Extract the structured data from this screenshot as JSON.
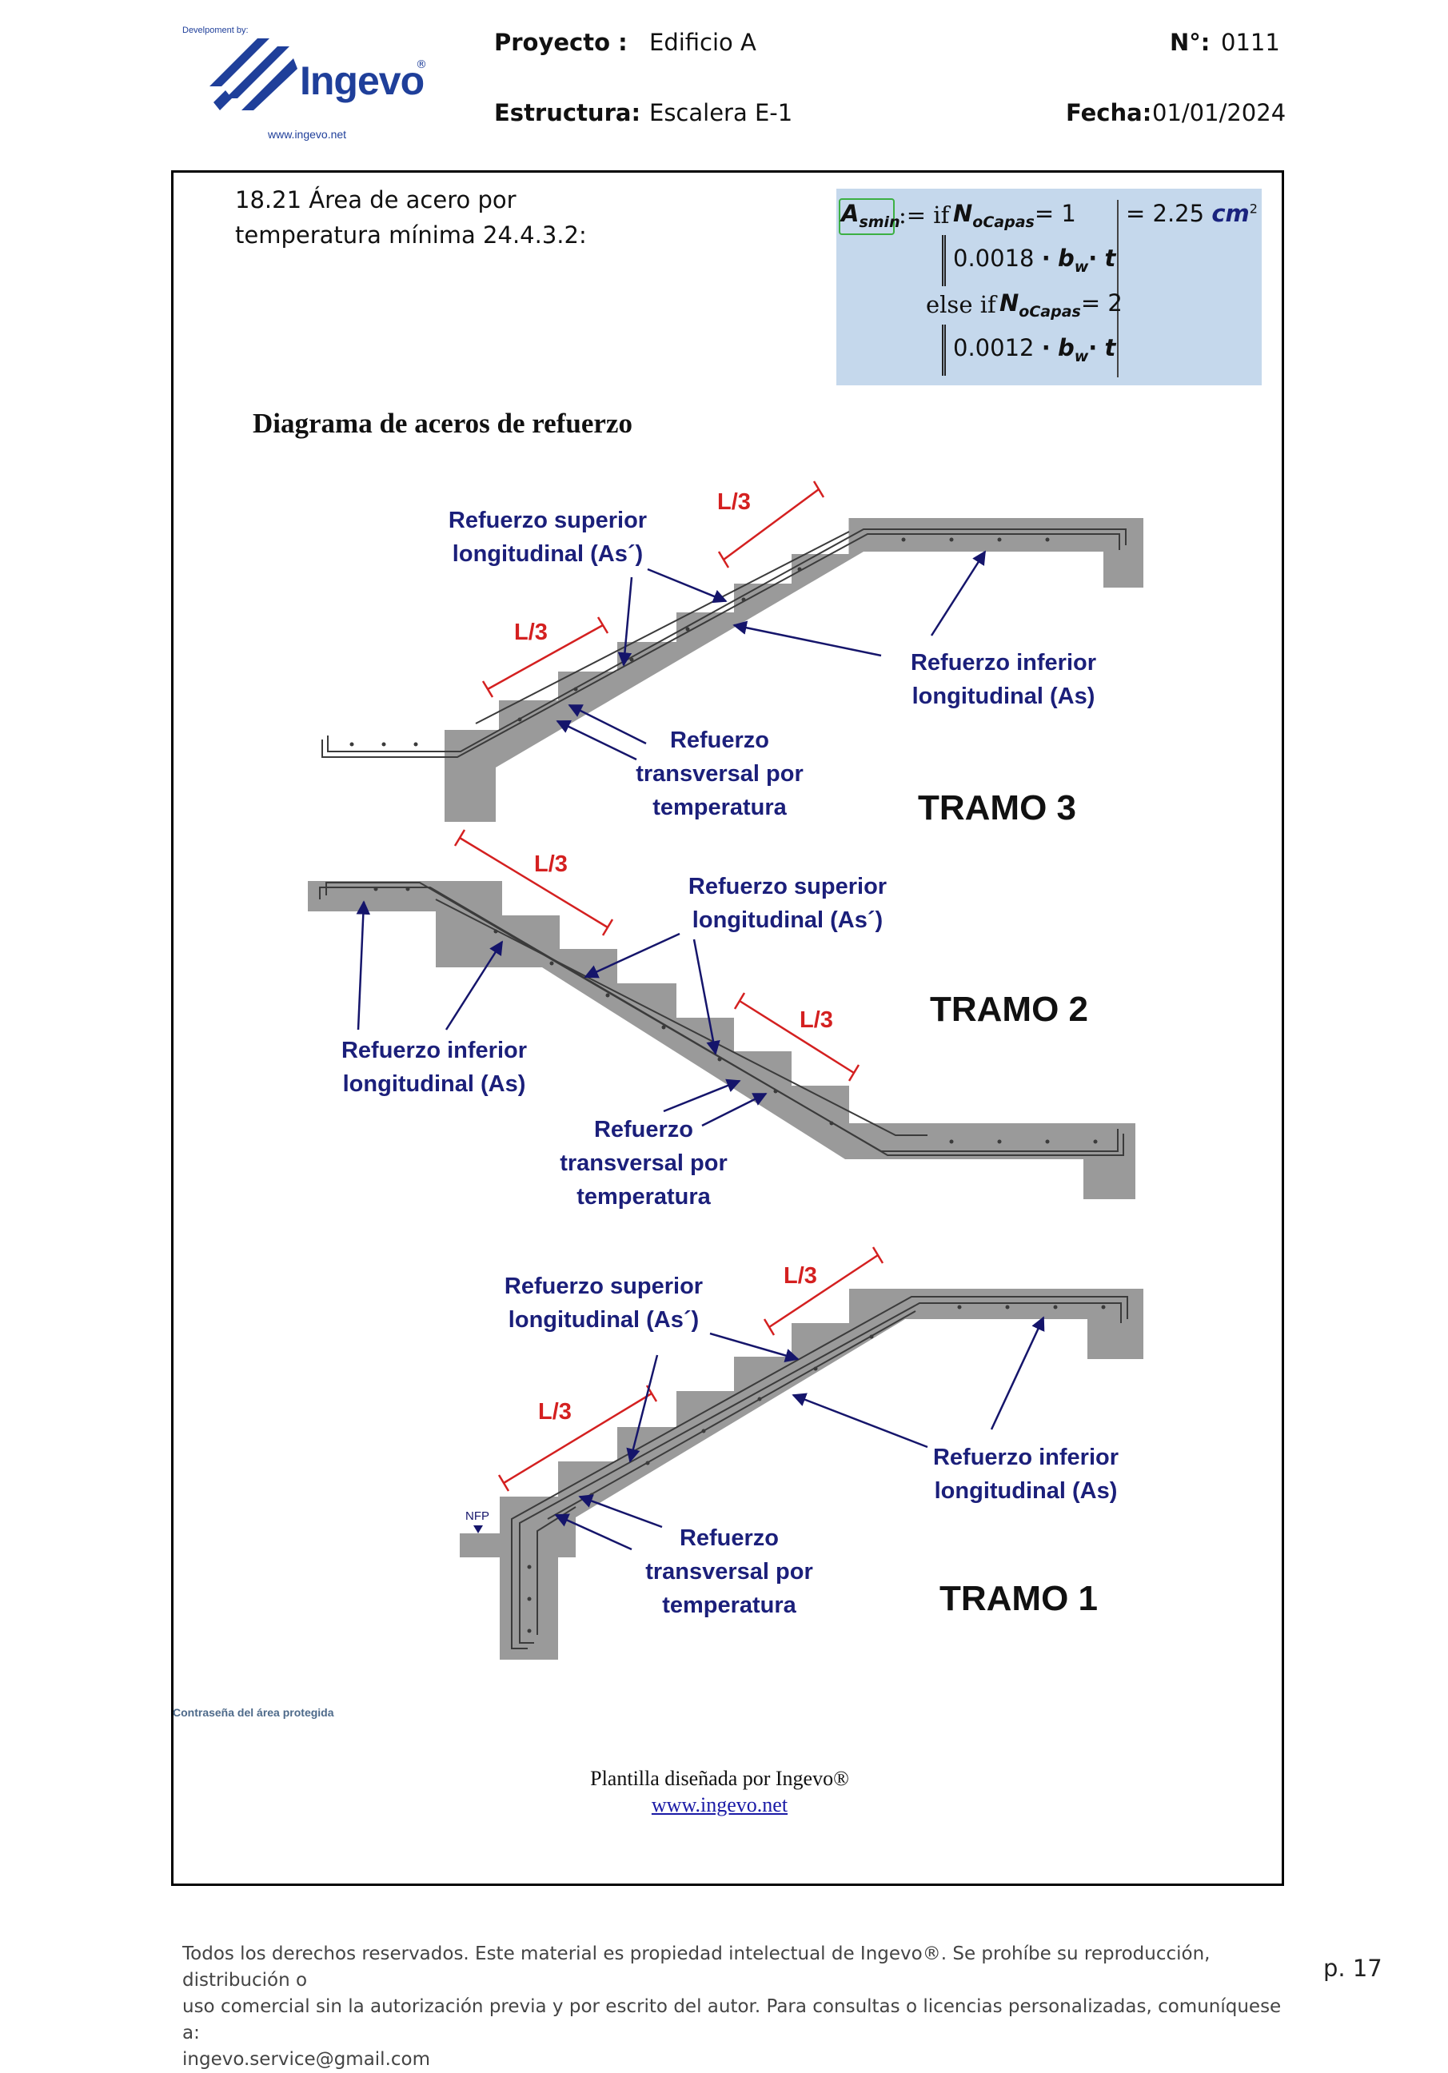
{
  "header": {
    "logo_tagline": "Develpoment by:",
    "logo_name": "Ingevo",
    "logo_url": "www.ingevo.net",
    "proyecto_label": "Proyecto  :",
    "proyecto_value": "Edificio A",
    "numero_label": "N°:",
    "numero_value": "0111",
    "estructura_label": "Estructura:",
    "estructura_value": "Escalera E-1",
    "fecha_label": "Fecha:",
    "fecha_value": "01/01/2024"
  },
  "section": {
    "line1": "18.21 Área de acero por",
    "line2": "temperatura mínima 24.4.3.2:"
  },
  "formula": {
    "var_main": "A",
    "var_sub": "smin",
    "assign": ":= if",
    "cond_var": "N",
    "cond_sub": "oCapas",
    "cond1_rhs": "= 1",
    "coef1": "0.0018",
    "else_if": "else if",
    "cond2_rhs": "= 2",
    "coef2": "0.0012",
    "bw": "b",
    "bw_sub": "w",
    "t": "t",
    "dot": "·",
    "result": "= 2.25",
    "unit": "cm",
    "unit_exp": "2"
  },
  "diagram": {
    "title": "Diagrama de aceros de refuerzo",
    "tramo3": {
      "name": "TRAMO 3",
      "sup_line1": "Refuerzo superior",
      "sup_line2": "longitudinal (As´)",
      "inf_line1": "Refuerzo inferior",
      "inf_line2": "longitudinal (As)",
      "trans_line1": "Refuerzo",
      "trans_line2": "transversal por",
      "trans_line3": "temperatura",
      "l3a": "L/3",
      "l3b": "L/3"
    },
    "tramo2": {
      "name": "TRAMO 2",
      "sup_line1": "Refuerzo superior",
      "sup_line2": "longitudinal (As´)",
      "inf_line1": "Refuerzo inferior",
      "inf_line2": "longitudinal (As)",
      "trans_line1": "Refuerzo",
      "trans_line2": "transversal por",
      "trans_line3": "temperatura",
      "l3a": "L/3",
      "l3b": "L/3"
    },
    "tramo1": {
      "name": "TRAMO 1",
      "sup_line1": "Refuerzo superior",
      "sup_line2": "longitudinal (As´)",
      "inf_line1": "Refuerzo inferior",
      "inf_line2": "longitudinal (As)",
      "trans_line1": "Refuerzo",
      "trans_line2": "transversal por",
      "trans_line3": "temperatura",
      "l3a": "L/3",
      "l3b": "L/3",
      "nfp": "NFP"
    },
    "colors": {
      "concrete": "#9a9a9a",
      "label_blue": "#1b1f7a",
      "dimension_red": "#d42020",
      "arrow_navy": "#15156b"
    }
  },
  "protected_link": "Contraseña del área protegida",
  "credit": {
    "line1": "Plantilla diseñada por Ingevo®",
    "link": "www.ingevo.net"
  },
  "footer": {
    "legal_line1": "Todos los derechos reservados. Este material es propiedad intelectual de Ingevo®. Se prohíbe su reproducción, distribución o",
    "legal_line2": "uso comercial sin la autorización previa y por escrito del autor. Para consultas o licencias personalizadas, comuníquese a:",
    "legal_line3": "ingevo.service@gmail.com",
    "page": "p. 17"
  }
}
